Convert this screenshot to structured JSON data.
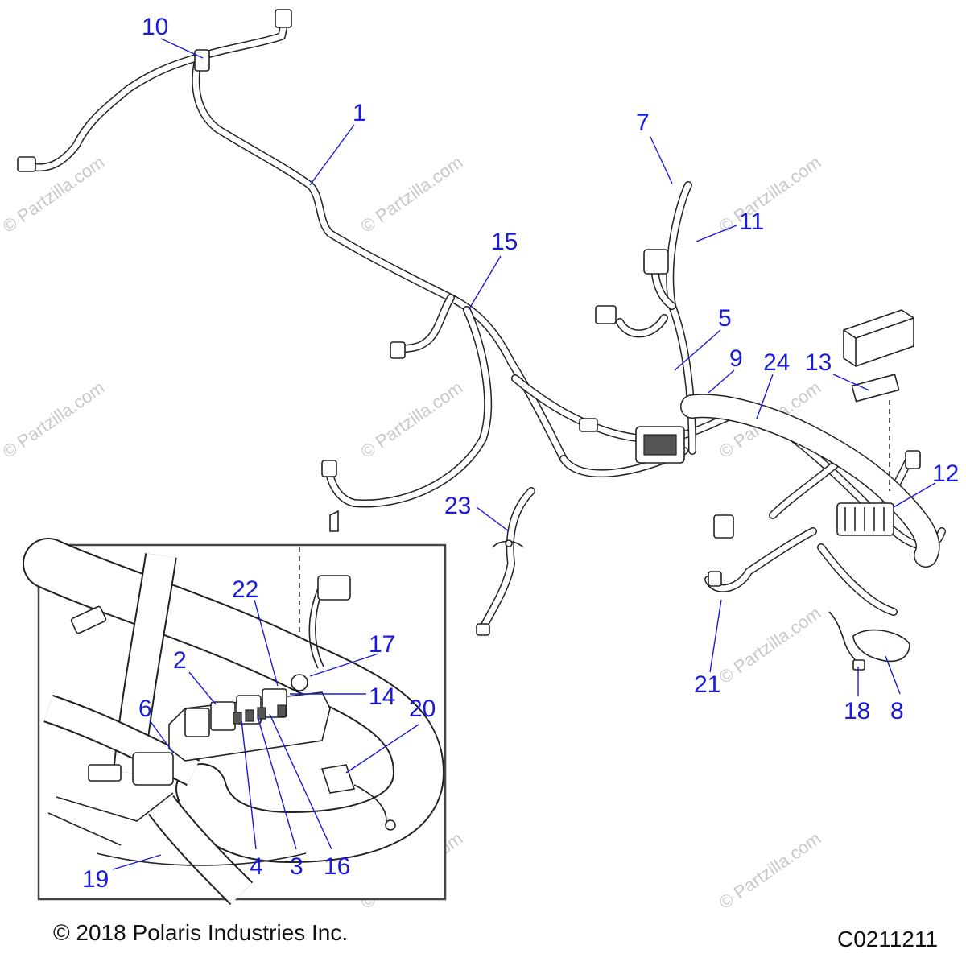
{
  "diagram": {
    "copyright": "© 2018 Polaris Industries Inc.",
    "figure_code": "C0211211",
    "watermark": "© Partzilla.com",
    "callouts": [
      "1",
      "2",
      "3",
      "4",
      "5",
      "6",
      "7",
      "8",
      "9",
      "10",
      "11",
      "12",
      "13",
      "14",
      "15",
      "16",
      "17",
      "18",
      "19",
      "20",
      "21",
      "22",
      "23",
      "24"
    ]
  },
  "colors": {
    "callout": "#1a1adb",
    "line": "#222222",
    "watermark": "#c8c8c8"
  }
}
